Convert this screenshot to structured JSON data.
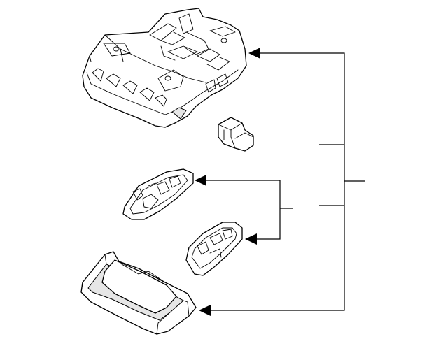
{
  "diagram": {
    "kind": "exploded parts diagram",
    "parts": [
      {
        "id": "console-housing",
        "icon": "overhead-console-housing"
      },
      {
        "id": "switch-connector",
        "icon": "switch-connector"
      },
      {
        "id": "map-lamp-lens-left",
        "icon": "lamp-lens"
      },
      {
        "id": "map-lamp-lens-right",
        "icon": "lamp-lens"
      },
      {
        "id": "sunglass-holder-bin",
        "icon": "storage-bin"
      }
    ],
    "callouts": [],
    "colors": {
      "line": "#000000",
      "background": "#ffffff",
      "shade": "#e6e6e6"
    }
  }
}
